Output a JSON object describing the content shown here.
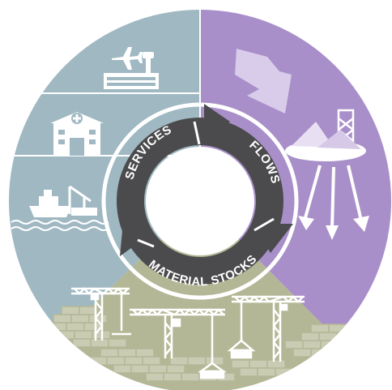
{
  "cycle": {
    "services_label": "SERVICES",
    "flows_label": "FLOWS",
    "stocks_label": "MATERIAL STOCKS"
  },
  "colors": {
    "services_sector": "#9fb8c2",
    "flows_sector": "#a98fc9",
    "stocks_sector": "#b4b796",
    "ring_arrow": "#4b4b4d",
    "center": "#ffffff"
  },
  "icons": {
    "services": [
      "airplane-icon",
      "control-tower-icon",
      "hospital-icon",
      "cargo-ship-icon",
      "harbor-crane-icon",
      "waves-icon"
    ],
    "flows": [
      "inflow-arrow-icon",
      "mine-headframe-icon",
      "material-piles-icon",
      "outflow-arrows-icon"
    ],
    "stocks": [
      "tower-crane-icon",
      "brick-wall-icon"
    ]
  }
}
